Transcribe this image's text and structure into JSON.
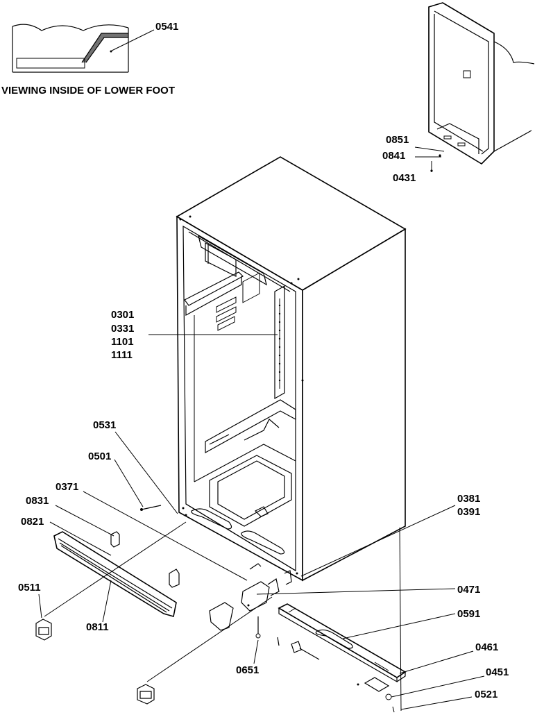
{
  "inset_caption": "VIEWING INSIDE OF LOWER FOOT",
  "callouts": {
    "p0541": "0541",
    "p0851": "0851",
    "p0841": "0841",
    "p0431": "0431",
    "p0301": "0301",
    "p0331": "0331",
    "p1101": "1101",
    "p1111": "1111",
    "p0531": "0531",
    "p0501": "0501",
    "p0371": "0371",
    "p0831": "0831",
    "p0821": "0821",
    "p0511": "0511",
    "p0811": "0811",
    "p0651": "0651",
    "p0381": "0381",
    "p0391": "0391",
    "p0471": "0471",
    "p0591": "0591",
    "p0461": "0461",
    "p0451": "0451",
    "p0521": "0521"
  },
  "icons": [
    "refrigerator-cabinet",
    "cabinet-rear-view",
    "lower-foot-inset",
    "base-grille",
    "leveling-leg",
    "mounting-bracket",
    "rear-rail"
  ]
}
